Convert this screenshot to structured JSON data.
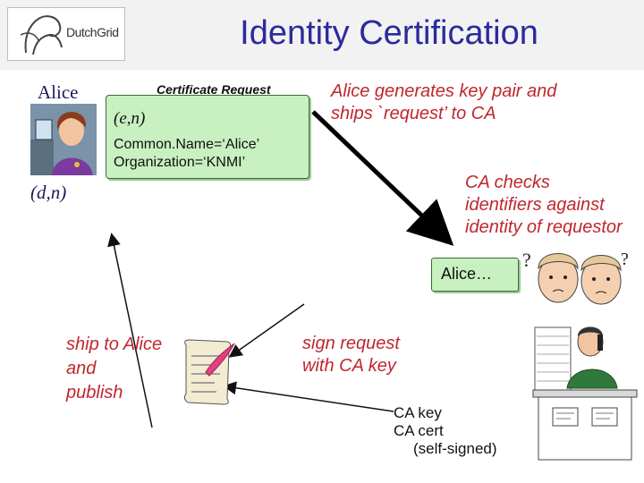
{
  "header": {
    "logo_text": "DutchGrid",
    "title": "Identity Certification"
  },
  "alice": {
    "name": "Alice",
    "private_key": "(d,n)"
  },
  "request": {
    "heading": "Certificate Request",
    "public_key": "(e,n)",
    "common_name": "Common.Name=‘Alice’",
    "organization": "Organization=‘KNMI’"
  },
  "annotations": {
    "generate": [
      "Alice generates key pair and",
      "ships `request’ to CA"
    ],
    "check": [
      "CA checks",
      "identifiers against",
      "identity of requestor"
    ],
    "sign": [
      "sign request",
      "with CA key"
    ],
    "ship": [
      "ship to Alice",
      "and",
      "publish"
    ]
  },
  "scroll_alice": {
    "text": "Alice…"
  },
  "ca_items": [
    "CA key",
    "CA cert",
    "(self-signed)"
  ],
  "colors": {
    "title": "#2b2b9c",
    "annotation": "#c0262d",
    "scroll_fill": "#c8f0c0"
  }
}
